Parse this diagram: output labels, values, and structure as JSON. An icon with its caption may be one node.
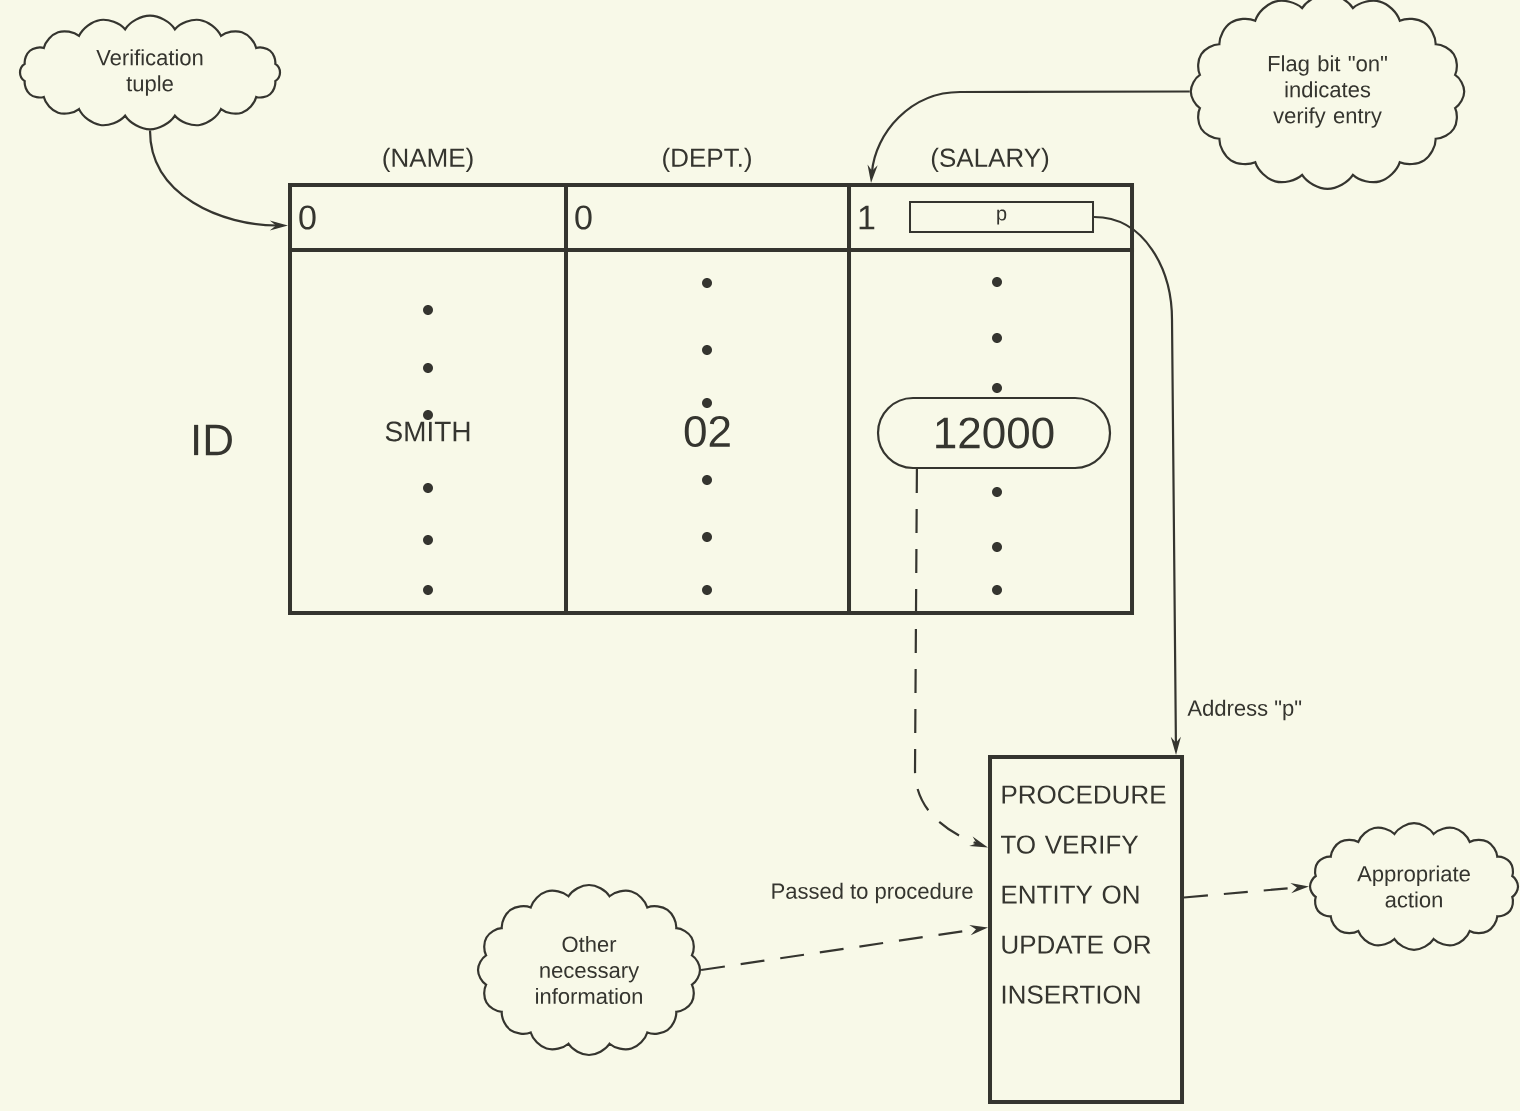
{
  "diagram": {
    "nodes": [
      {
        "text": [
          "Verification tuple"
        ]
      },
      {
        "text": [
          "Flag bit \"on\" indicates verify entry"
        ]
      },
      {
        "text": [
          "0"
        ]
      },
      {
        "text": [
          "0"
        ]
      },
      {
        "text": [
          "1"
        ]
      },
      {
        "text": [
          "p"
        ],
        "in": 4
      },
      {
        "text": [
          "SMITH"
        ]
      },
      {
        "text": [
          "02"
        ]
      },
      {
        "text": [],
        "shape": "box"
      },
      {
        "text": [
          "12000"
        ],
        "in": 8
      },
      {
        "text": [
          "PROCEDURE TO VERIFY ENTITY ON UPDATE OR INSERTION"
        ]
      },
      {
        "text": [
          "Other necessary information"
        ]
      },
      {
        "text": [
          "Appropriate action"
        ]
      }
    ],
    "edges": [
      {
        "from": 0,
        "to": 2,
        "arrow": "to"
      },
      {
        "from": 1,
        "to": 4,
        "arrow": "to"
      },
      {
        "from": 5,
        "to": 10,
        "arrow": "to",
        "label": "Address \"p\""
      },
      {
        "from": 9,
        "to": 10,
        "arrow": "to",
        "style": "dashed"
      },
      {
        "from": 11,
        "to": 10,
        "arrow": "to",
        "style": "dashed",
        "label": "Passed to procedure"
      },
      {
        "from": 10,
        "to": 12,
        "arrow": "to",
        "style": "dashed"
      }
    ],
    "labels": [
      "(NAME)",
      "(DEPT.)",
      "(SALARY)",
      "ID"
    ]
  }
}
